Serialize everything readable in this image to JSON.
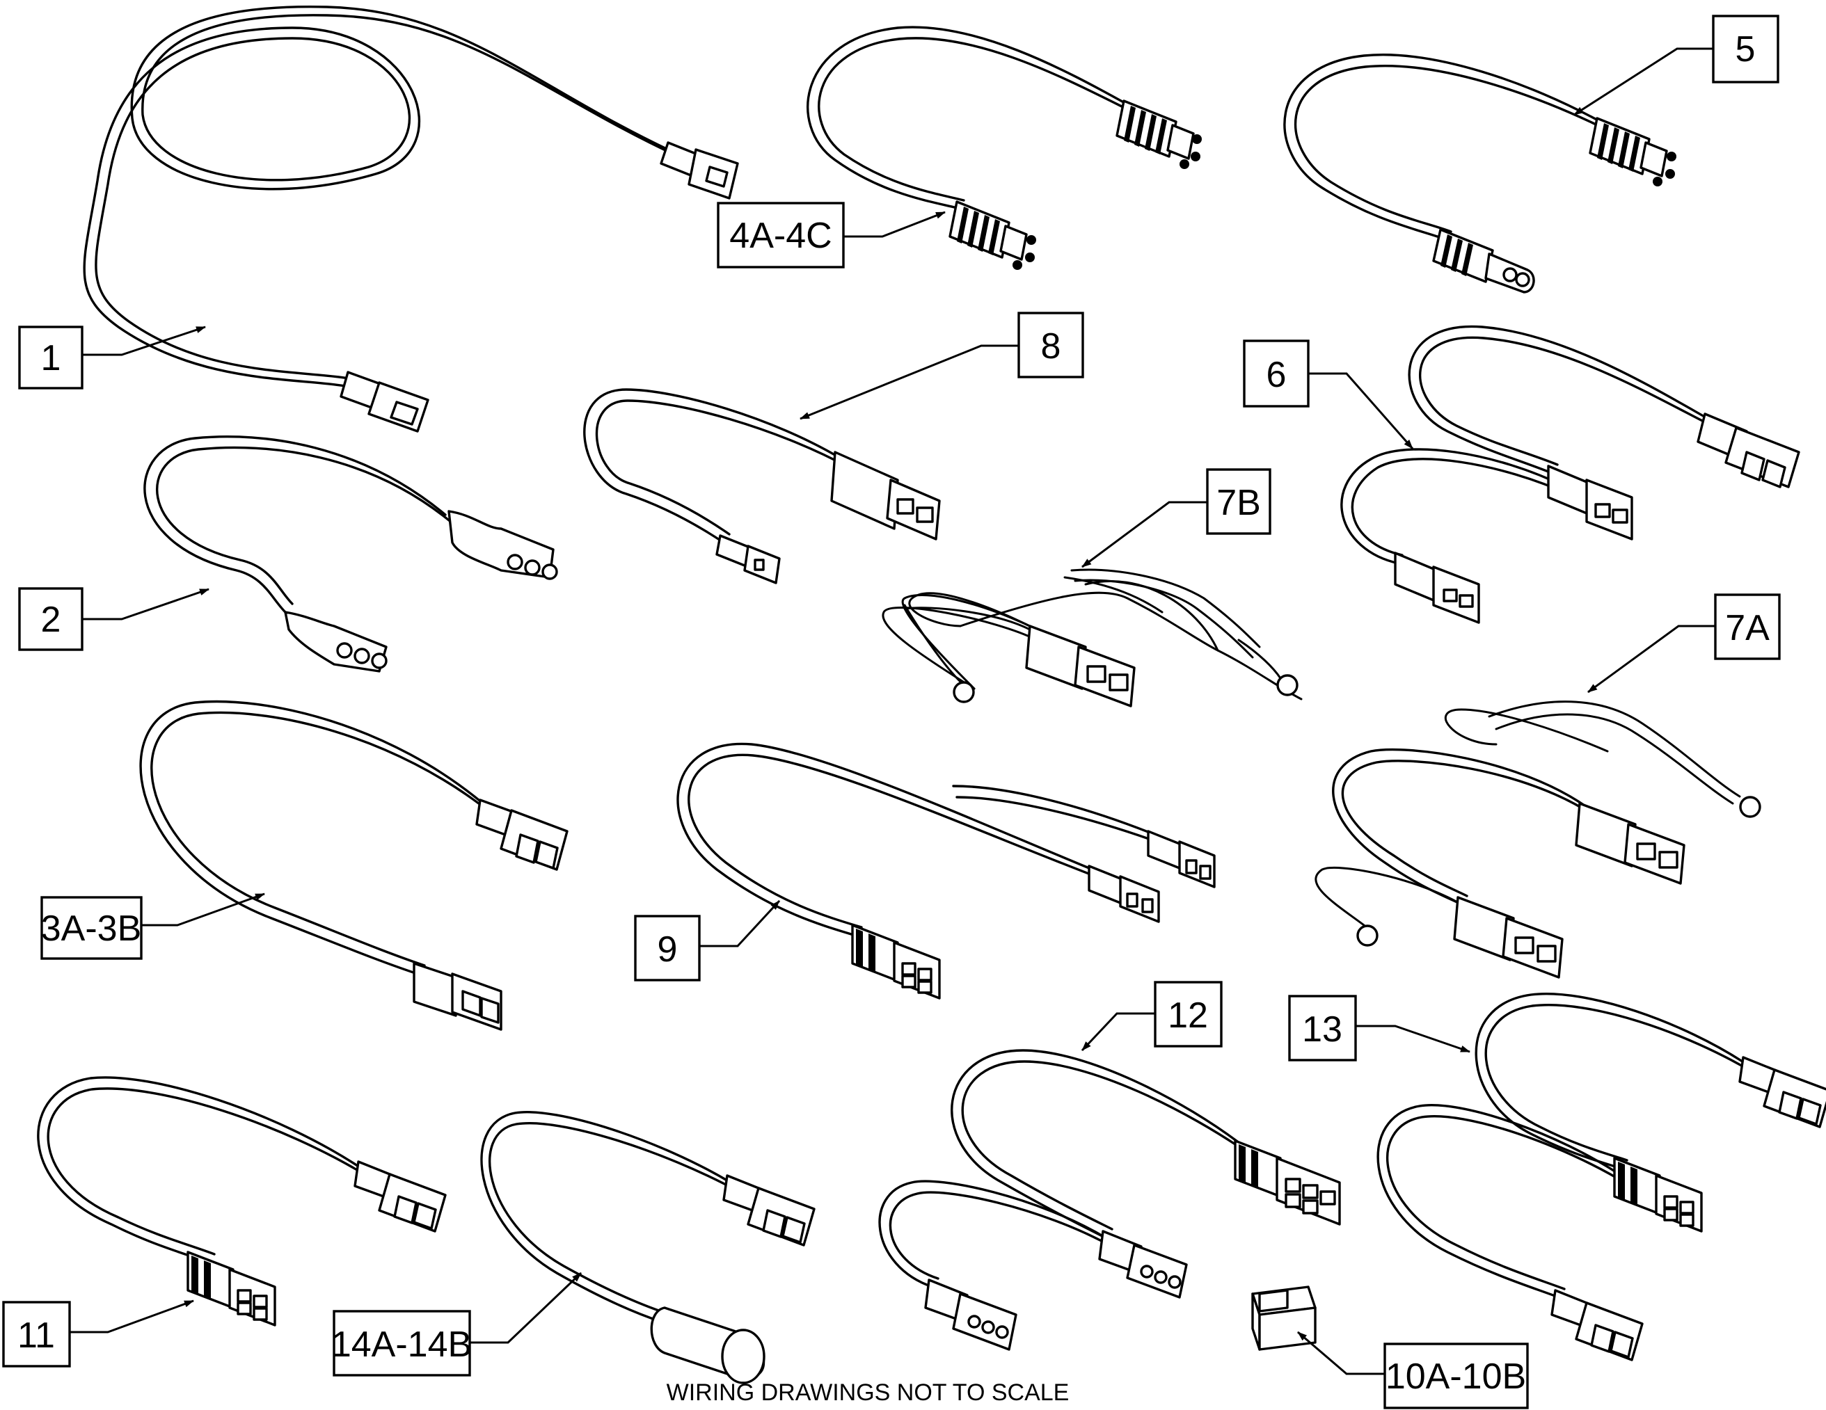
{
  "labels": {
    "p1": "1",
    "p2": "2",
    "p3": "3A-3B",
    "p4": "4A-4C",
    "p5": "5",
    "p6": "6",
    "p7a": "7A",
    "p7b": "7B",
    "p8": "8",
    "p9": "9",
    "p10": "10A-10B",
    "p11": "11",
    "p12": "12",
    "p13": "13",
    "p14": "14A-14B"
  },
  "footer_note": "WIRING DRAWINGS NOT TO SCALE"
}
